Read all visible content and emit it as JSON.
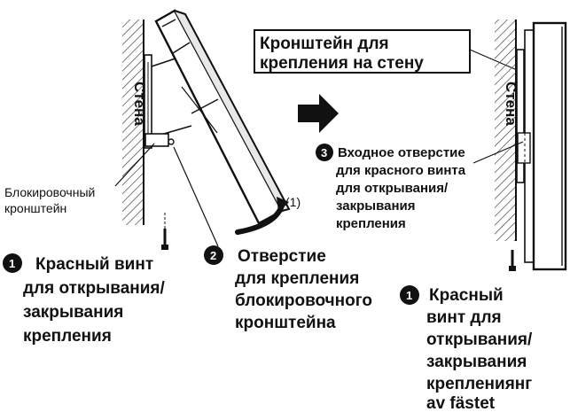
{
  "left": {
    "wall_label": "Стена",
    "lock_bracket_label": [
      "Блокировочный",
      "кронштейн"
    ],
    "step1": {
      "num": "1",
      "lines": [
        "Красный винт",
        "для открывания/",
        "закрывания",
        "крепления"
      ]
    },
    "step2": {
      "num": "2",
      "lines": [
        "Отверстие",
        "для крепления",
        "блокировочного",
        "кронштейна"
      ]
    },
    "motion_label": "(1)"
  },
  "right": {
    "bracket_box": [
      "Кронштейн для",
      "крепления на стену"
    ],
    "wall_label": "Стена",
    "step3": {
      "num": "3",
      "lines": [
        "Входное отверстие",
        "для красного винта",
        "для открывания/",
        "закрывания",
        "крепления"
      ]
    },
    "step1": {
      "num": "1",
      "lines": [
        "Красный",
        "винт для",
        "открывания/",
        "закрывания",
        "креплениянг",
        "av fästet"
      ]
    }
  }
}
